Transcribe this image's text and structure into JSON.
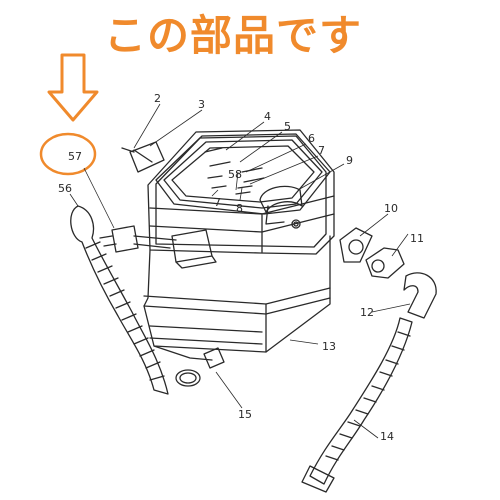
{
  "caption": "この部品です",
  "accent_color": "#f08a2c",
  "line_color": "#2a2a2a",
  "icons": {
    "pointer": "down-arrow-icon",
    "highlight": "circle-highlight"
  },
  "parts": [
    {
      "number": "2"
    },
    {
      "number": "3"
    },
    {
      "number": "4"
    },
    {
      "number": "5"
    },
    {
      "number": "6"
    },
    {
      "number": "7"
    },
    {
      "number": "9"
    },
    {
      "number": "58"
    },
    {
      "number": "7"
    },
    {
      "number": "8"
    },
    {
      "number": "57"
    },
    {
      "number": "56"
    },
    {
      "number": "10"
    },
    {
      "number": "11"
    },
    {
      "number": "12"
    },
    {
      "number": "13"
    },
    {
      "number": "15"
    },
    {
      "number": "14"
    }
  ]
}
